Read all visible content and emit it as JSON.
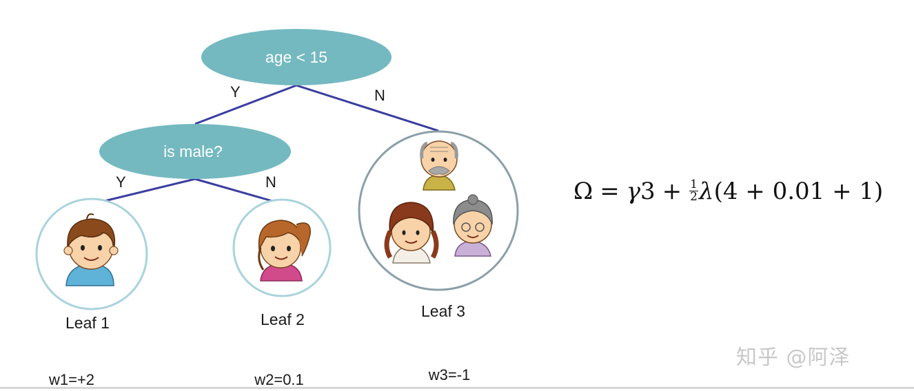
{
  "tree": {
    "root": {
      "label": "age < 15"
    },
    "child": {
      "label": "is male?"
    },
    "edges": {
      "root_yes": "Y",
      "root_no": "N",
      "child_yes": "Y",
      "child_no": "N"
    },
    "leaves": [
      {
        "label": "Leaf 1",
        "weight": "w1=+2"
      },
      {
        "label": "Leaf 2",
        "weight": "w2=0.1"
      },
      {
        "label": "Leaf 3",
        "weight": "w3=-1"
      }
    ]
  },
  "formula": {
    "lhs": "Ω",
    "eq": "=",
    "gamma": "γ",
    "leaf_count": "3",
    "plus": "+",
    "frac_num": "1",
    "frac_den": "2",
    "lambda": "λ",
    "paren_open": "(",
    "sum": "4 + 0.01 + 1",
    "paren_close": ")"
  },
  "watermark": "知乎 @阿泽",
  "colors": {
    "node_fill": "#74b9c0",
    "edge_line": "#3a3ea0",
    "leaf_circle_light": "#a9d3dc",
    "leaf_circle_dark": "#8aa0a8"
  }
}
